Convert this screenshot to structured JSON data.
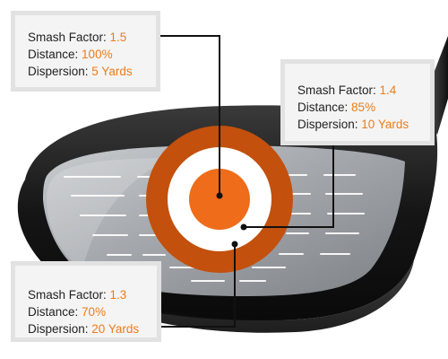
{
  "colors": {
    "accent_orange": "#ee7c1a",
    "ring_dark_orange": "#c3500c",
    "ring_white": "#ffffff",
    "center_orange": "#ee6c1a",
    "face_steel": "#a7abb0",
    "club_dark": "#1e1e1e",
    "callout_background": "#f4f4f4",
    "callout_border": "#e2e2e2",
    "leader_line": "#111111"
  },
  "callouts": {
    "top_left": {
      "smash_label": "Smash Factor:",
      "smash_value": "1.5",
      "distance_label": "Distance:",
      "distance_value": "100%",
      "dispersion_label": "Dispersion:",
      "dispersion_value": "5 Yards"
    },
    "right": {
      "smash_label": "Smash Factor:",
      "smash_value": "1.4",
      "distance_label": "Distance:",
      "distance_value": "85%",
      "dispersion_label": "Dispersion:",
      "dispersion_value": "10 Yards"
    },
    "bottom_left": {
      "smash_label": "Smash Factor:",
      "smash_value": "1.3",
      "distance_label": "Distance:",
      "distance_value": "70%",
      "dispersion_label": "Dispersion:",
      "dispersion_value": "20 Yards"
    }
  }
}
